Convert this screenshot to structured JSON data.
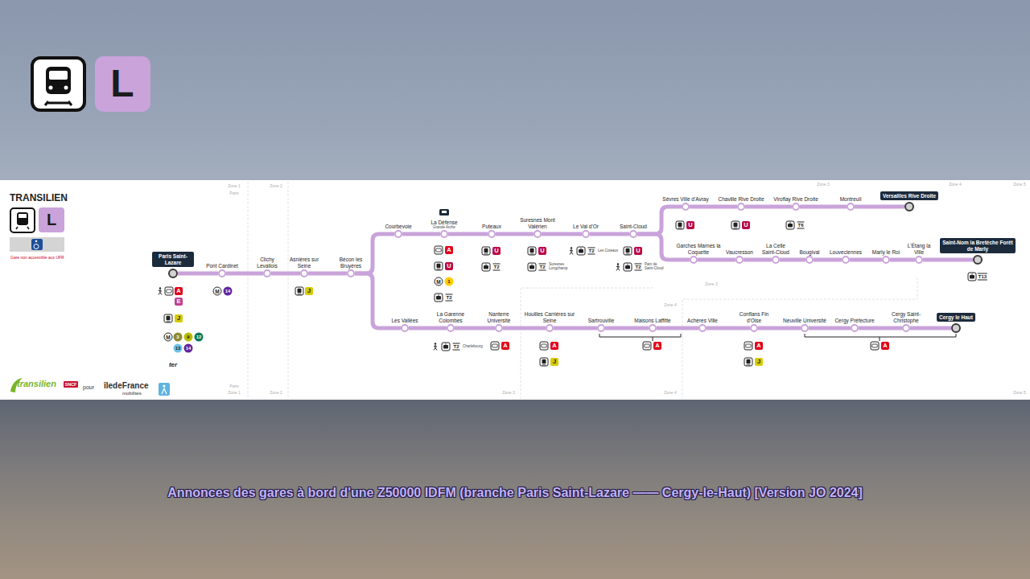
{
  "diagram": {
    "title": "TRANSILIEN",
    "caption": "Annonces des gares à bord d'une Z50000 IDFM (branche Paris Saint-Lazare —— Cergy-le-Haut) [Version JO 2024]",
    "nodes": [
      {
        "text": [
          "Paris Saint-Lazare"
        ]
      },
      {
        "text": [
          "Pont Cardinet"
        ]
      },
      {
        "text": [
          "Clichy Levallois"
        ]
      },
      {
        "text": [
          "Asnières sur Seine"
        ]
      },
      {
        "text": [
          "Bécon les Bruyères"
        ]
      },
      {
        "text": [
          "Courbevoie"
        ]
      },
      {
        "text": [
          "La Défense",
          "Grande Arche"
        ]
      },
      {
        "text": [
          "Puteaux"
        ]
      },
      {
        "text": [
          "Suresnes Mont Valérien"
        ]
      },
      {
        "text": [
          "Le Val d'Or"
        ]
      },
      {
        "text": [
          "Saint-Cloud"
        ]
      },
      {
        "text": [
          "Sèvres Ville d'Avray"
        ]
      },
      {
        "text": [
          "Chaville Rive Droite"
        ]
      },
      {
        "text": [
          "Viroflay Rive Droite"
        ]
      },
      {
        "text": [
          "Montreuil"
        ]
      },
      {
        "text": [
          "Versailles Rive Droite"
        ]
      },
      {
        "text": [
          "Garches Marnes la Coquette"
        ]
      },
      {
        "text": [
          "Vaucresson"
        ]
      },
      {
        "text": [
          "La Celle Saint-Cloud"
        ]
      },
      {
        "text": [
          "Bougival"
        ]
      },
      {
        "text": [
          "Louveciennes"
        ]
      },
      {
        "text": [
          "Marly le Roi"
        ]
      },
      {
        "text": [
          "L'Étang la Ville"
        ]
      },
      {
        "text": [
          "Saint-Nom la Bretèche Forêt de Marly"
        ]
      },
      {
        "text": [
          "Les Vallées"
        ]
      },
      {
        "text": [
          "La Garenne Colombes"
        ]
      },
      {
        "text": [
          "Nanterre Université"
        ]
      },
      {
        "text": [
          "Houilles Carrières sur Seine"
        ]
      },
      {
        "text": [
          "Sartrouville"
        ]
      },
      {
        "text": [
          "Maisons Laffitte"
        ]
      },
      {
        "text": [
          "Achères Ville"
        ]
      },
      {
        "text": [
          "Conflans Fin d'Oise"
        ]
      },
      {
        "text": [
          "Neuville Université"
        ]
      },
      {
        "text": [
          "Cergy Préfecture"
        ]
      },
      {
        "text": [
          "Cergy Saint-Christophe"
        ]
      },
      {
        "text": [
          "Cergy le Haut"
        ]
      }
    ],
    "edges": [
      {
        "from": 0,
        "to": 1,
        "arrow": "none"
      },
      {
        "from": 1,
        "to": 2,
        "arrow": "none"
      },
      {
        "from": 2,
        "to": 3,
        "arrow": "none"
      },
      {
        "from": 3,
        "to": 4,
        "arrow": "none"
      },
      {
        "from": 4,
        "to": 5,
        "arrow": "none"
      },
      {
        "from": 5,
        "to": 6,
        "arrow": "none"
      },
      {
        "from": 6,
        "to": 7,
        "arrow": "none"
      },
      {
        "from": 7,
        "to": 8,
        "arrow": "none"
      },
      {
        "from": 8,
        "to": 9,
        "arrow": "none"
      },
      {
        "from": 9,
        "to": 10,
        "arrow": "none"
      },
      {
        "from": 10,
        "to": 11,
        "arrow": "none"
      },
      {
        "from": 11,
        "to": 12,
        "arrow": "none"
      },
      {
        "from": 12,
        "to": 13,
        "arrow": "none"
      },
      {
        "from": 13,
        "to": 14,
        "arrow": "none"
      },
      {
        "from": 14,
        "to": 15,
        "arrow": "none"
      },
      {
        "from": 10,
        "to": 16,
        "arrow": "none"
      },
      {
        "from": 16,
        "to": 17,
        "arrow": "none"
      },
      {
        "from": 17,
        "to": 18,
        "arrow": "none"
      },
      {
        "from": 18,
        "to": 19,
        "arrow": "none"
      },
      {
        "from": 19,
        "to": 20,
        "arrow": "none"
      },
      {
        "from": 20,
        "to": 21,
        "arrow": "none"
      },
      {
        "from": 21,
        "to": 22,
        "arrow": "none"
      },
      {
        "from": 22,
        "to": 23,
        "arrow": "none"
      },
      {
        "from": 4,
        "to": 24,
        "arrow": "none"
      },
      {
        "from": 24,
        "to": 25,
        "arrow": "none"
      },
      {
        "from": 25,
        "to": 26,
        "arrow": "none"
      },
      {
        "from": 26,
        "to": 27,
        "arrow": "none"
      },
      {
        "from": 27,
        "to": 28,
        "arrow": "none"
      },
      {
        "from": 28,
        "to": 29,
        "arrow": "none"
      },
      {
        "from": 29,
        "to": 30,
        "arrow": "none"
      },
      {
        "from": 30,
        "to": 31,
        "arrow": "none"
      },
      {
        "from": 31,
        "to": 32,
        "arrow": "none"
      },
      {
        "from": 32,
        "to": 33,
        "arrow": "none"
      },
      {
        "from": 33,
        "to": 34,
        "arrow": "none"
      },
      {
        "from": 34,
        "to": 35,
        "arrow": "none"
      }
    ],
    "labels": [
      "L",
      "L",
      "Gare non accessible aux UFR",
      "Zone 1",
      "Paris",
      "Zone 2",
      "Zone 3",
      "Zone 4",
      "Zone 5",
      "Zone 3",
      "Zone 4",
      "Paris",
      "Zone 1",
      "Zone 2",
      "Zone 3",
      "Zone 4",
      "Zone 5",
      "transilien",
      "SNCF",
      "pour",
      "îledeFrance",
      "mobilités",
      "A",
      "E",
      "J",
      "M",
      "3",
      "9",
      "12",
      "13",
      "14",
      "ter",
      "M",
      "14",
      "J",
      "A",
      "U",
      "M",
      "1",
      "T2",
      "U",
      "T2",
      "U",
      "T2",
      "Suresnes Longchamp",
      "T2",
      "Les Coteaux",
      "U",
      "T2",
      "Parc de Saint-Cloud",
      "U",
      "U",
      "T6",
      "T13",
      "T2",
      "Charlebourg",
      "A",
      "A",
      "J",
      "A",
      "A",
      "J",
      "A"
    ]
  }
}
